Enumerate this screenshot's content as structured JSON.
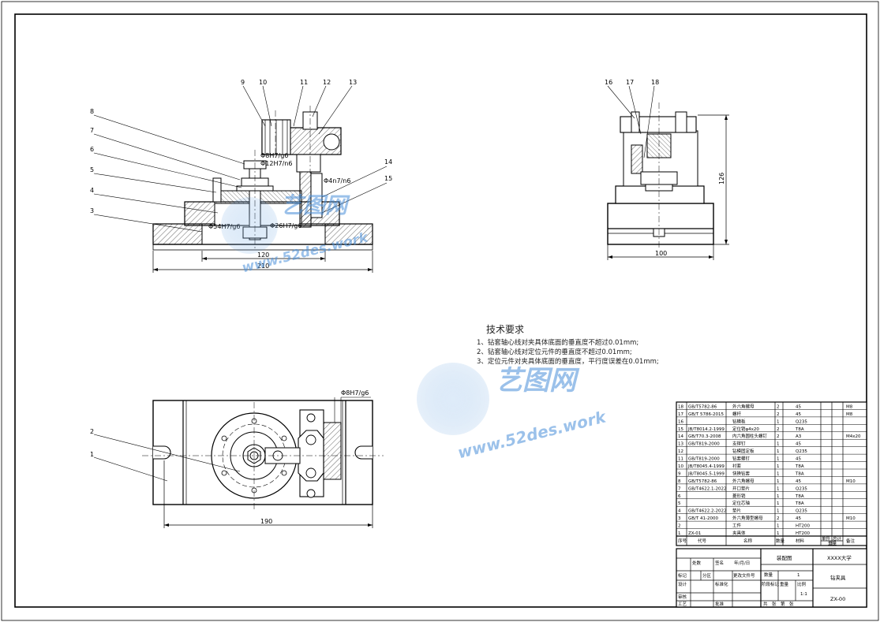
{
  "drawing": {
    "front_view": {
      "balloons": [
        "9",
        "10",
        "11",
        "12",
        "13",
        "8",
        "7",
        "6",
        "5",
        "4",
        "3",
        "14",
        "15"
      ],
      "fit_labels": [
        "Φ8H7/g6",
        "Φ12H7/n6",
        "Φ4n7/n6",
        "Φ54H7/g6",
        "Φ26H7/g6"
      ],
      "dims": [
        "120",
        "210"
      ]
    },
    "side_view": {
      "balloons": [
        "16",
        "17",
        "18"
      ],
      "dims": [
        "126",
        "100"
      ]
    },
    "top_view": {
      "balloons": [
        "2",
        "1"
      ],
      "fit_label": "Φ8H7/g6",
      "dims": [
        "190"
      ]
    }
  },
  "tech_requirements": {
    "title": "技术要求",
    "lines": [
      "1、钻套轴心线对夹具体底面的垂直度不超过0.01mm;",
      "2、钻套轴心线对定位元件的垂直度不超过0.01mm;",
      "3、定位元件对夹具体底面的垂直度，平行度误差在0.01mm;"
    ]
  },
  "bom": {
    "rows": [
      {
        "no": "18",
        "code": "GB/T5782-86",
        "name": "外六角螺母",
        "qty": "2",
        "mat": "45",
        "note": "M8"
      },
      {
        "no": "17",
        "code": "GB/T 5786-2015",
        "name": "螺杆",
        "qty": "2",
        "mat": "45",
        "note": "M8"
      },
      {
        "no": "16",
        "code": "",
        "name": "钻模板",
        "qty": "1",
        "mat": "Q235",
        "note": ""
      },
      {
        "no": "15",
        "code": "JB/T8014.2-1999",
        "name": "定位销φ4x20",
        "qty": "2",
        "mat": "T8A",
        "note": ""
      },
      {
        "no": "14",
        "code": "GB/T70.3-2008",
        "name": "内六角圆柱头螺钉",
        "qty": "2",
        "mat": "A3",
        "note": "M4x20"
      },
      {
        "no": "13",
        "code": "GB/T819-2000",
        "name": "支撑钉",
        "qty": "1",
        "mat": "45",
        "note": ""
      },
      {
        "no": "12",
        "code": "",
        "name": "钻模固定板",
        "qty": "1",
        "mat": "Q235",
        "note": ""
      },
      {
        "no": "11",
        "code": "GB/T819-2000",
        "name": "钻套螺钉",
        "qty": "1",
        "mat": "45",
        "note": ""
      },
      {
        "no": "10",
        "code": "JB/T8045.4-1999",
        "name": "衬套",
        "qty": "1",
        "mat": "T8A",
        "note": ""
      },
      {
        "no": "9",
        "code": "JB/T8045.5-1999",
        "name": "快换钻套",
        "qty": "1",
        "mat": "T8A",
        "note": ""
      },
      {
        "no": "8",
        "code": "GB/T5782-86",
        "name": "外六角螺母",
        "qty": "1",
        "mat": "45",
        "note": "M10"
      },
      {
        "no": "7",
        "code": "GB/T4622.1-2022",
        "name": "开口垫片",
        "qty": "1",
        "mat": "Q235",
        "note": ""
      },
      {
        "no": "6",
        "code": "",
        "name": "菱形销",
        "qty": "1",
        "mat": "T8A",
        "note": ""
      },
      {
        "no": "5",
        "code": "",
        "name": "定位芯轴",
        "qty": "1",
        "mat": "T8A",
        "note": ""
      },
      {
        "no": "4",
        "code": "GB/T4622.2-2022",
        "name": "垫片",
        "qty": "1",
        "mat": "Q235",
        "note": ""
      },
      {
        "no": "3",
        "code": "GB/T 41-2000",
        "name": "外六角薄型螺母",
        "qty": "2",
        "mat": "45",
        "note": "M10"
      },
      {
        "no": "2",
        "code": "",
        "name": "工件",
        "qty": "1",
        "mat": "HT200",
        "note": ""
      },
      {
        "no": "1",
        "code": "ZX-01",
        "name": "夹具体",
        "qty": "1",
        "mat": "HT200",
        "note": ""
      }
    ],
    "header": {
      "no": "序号",
      "code": "代号",
      "name": "名称",
      "qty": "数量",
      "mat": "材料",
      "unit": "单件",
      "total": "总计",
      "weight": "重量",
      "note": "备注"
    }
  },
  "title_block": {
    "drawing_type": "装配图",
    "school": "XXXX大学",
    "part_name": "钻夹具",
    "drawing_no": "ZX-00",
    "qty_label": "数量",
    "qty_value": "1",
    "stage_label": "阶段标记",
    "weight_label": "重量",
    "scale_label": "比例",
    "scale_value": "1:1",
    "designer_label": "设计",
    "checker_label": "审核",
    "process_label": "工艺",
    "approve_label": "批准",
    "mark_label": "标记",
    "count_label": "处数",
    "zone_label": "分区",
    "change_label": "更改文件号",
    "sign_label": "签名",
    "date_label": "年/月/日",
    "std_label": "标准化",
    "sheets_label": "共　张　第　张"
  },
  "watermark": {
    "brand": "艺图网",
    "url": "www.52des.work"
  },
  "colors": {
    "line": "#000000",
    "watermark": "#4a90d9",
    "background": "#ffffff"
  }
}
